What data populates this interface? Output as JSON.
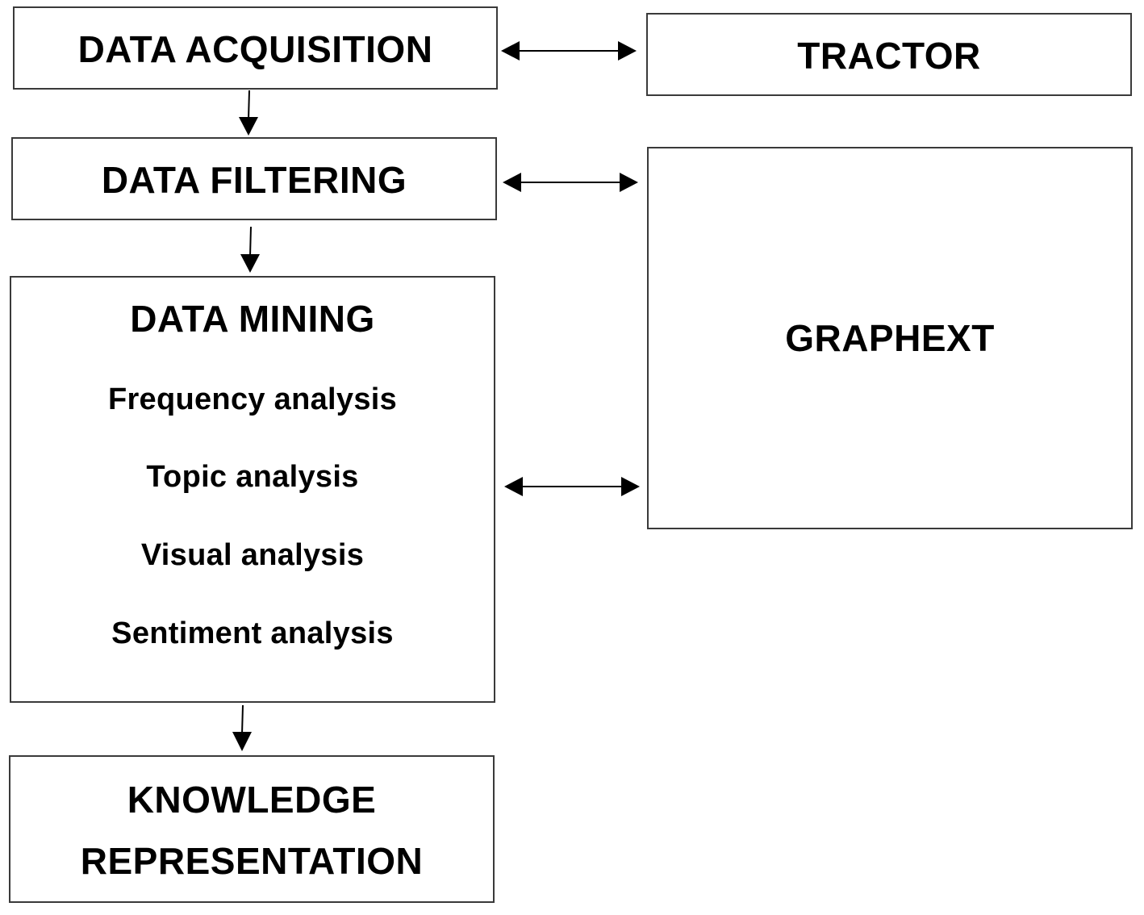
{
  "diagram": {
    "pipeline": {
      "acquisition": "DATA ACQUISITION",
      "filtering": "DATA FILTERING",
      "mining": {
        "title": "DATA MINING",
        "methods": [
          "Frequency analysis",
          "Topic analysis",
          "Visual analysis",
          "Sentiment analysis"
        ]
      },
      "knowledge": {
        "line1": "KNOWLEDGE",
        "line2": "REPRESENTATION"
      }
    },
    "tools": {
      "tractor": "TRACTOR",
      "graphext": "GRAPHEXT"
    },
    "colors": {
      "stroke": "#000000",
      "box_border": "#3a3a3a",
      "background": "#ffffff"
    }
  }
}
